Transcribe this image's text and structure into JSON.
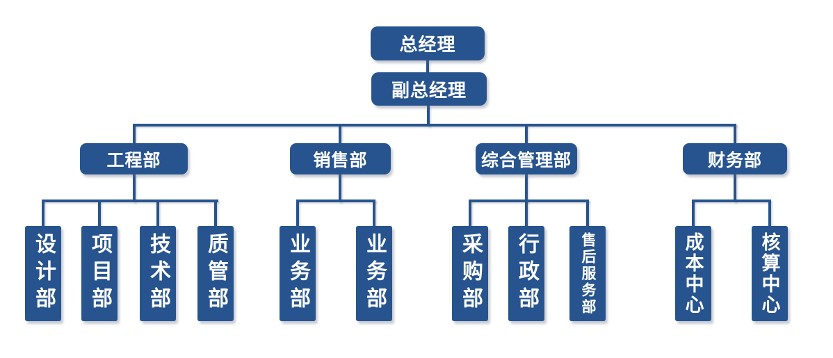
{
  "palette": {
    "background": "#FFFFFF",
    "node_fill": "#27548F",
    "node_text": "#FFFFFF",
    "connector": "#27548F",
    "shadow": "rgba(100,110,130,0.35)"
  },
  "org_chart": {
    "type": "org-tree",
    "root": {
      "label": "总经理"
    },
    "deputy": {
      "label": "副总经理"
    },
    "departments": [
      {
        "label": "工程部",
        "children": [
          {
            "label": "设计部"
          },
          {
            "label": "项目部"
          },
          {
            "label": "技术部"
          },
          {
            "label": "质管部"
          }
        ]
      },
      {
        "label": "销售部",
        "children": [
          {
            "label": "业务部"
          },
          {
            "label": "业务部"
          }
        ]
      },
      {
        "label": "综合管理部",
        "children": [
          {
            "label": "采购部"
          },
          {
            "label": "行政部"
          },
          {
            "label": "售后服务部"
          }
        ]
      },
      {
        "label": "财务部",
        "children": [
          {
            "label": "成本中心"
          },
          {
            "label": "核算中心"
          }
        ]
      }
    ]
  }
}
